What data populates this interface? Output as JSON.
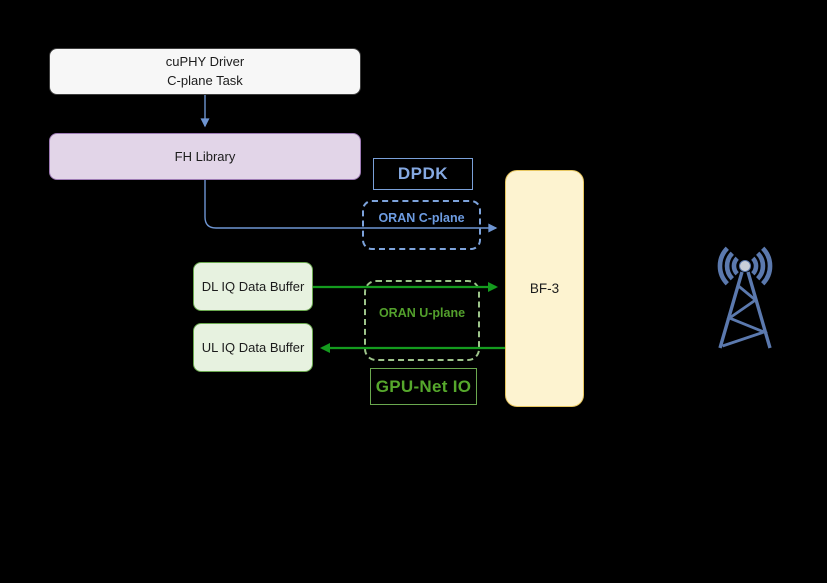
{
  "title": "Fronthaul data flow diagram",
  "colors": {
    "bg": "#000000",
    "blue": "#6e95d2",
    "blue-text": "#85a9e2",
    "blue-border": "#7aa0d9",
    "blue-dash": "#7da3dc",
    "blue-label": "#6d9ce2",
    "white-fill": "#f7f7f7",
    "dark-border": "#3d3d3d",
    "purple-fill": "#e2d5e8",
    "purple-border": "#9e7bb5",
    "yellow-fill": "#fdf3d0",
    "yellow-border": "#e7c65f",
    "green-fill": "#e7f2e0",
    "green-border": "#6aa84f",
    "green-arrow": "#149b1e",
    "green-dash": "#9dc48a",
    "green-label": "#53a02c",
    "green-text": "#56a82c",
    "tower": "#5b79ae",
    "tower-dot": "#c9cfd9",
    "text": "#1c1c1c"
  },
  "nodes": {
    "cuphy": {
      "line1": "cuPHY Driver",
      "line2": "C-plane Task"
    },
    "fh_library": {
      "label": "FH Library"
    },
    "dpdk": {
      "label": "DPDK"
    },
    "oran_cplane": {
      "label": "ORAN C-plane"
    },
    "bf3": {
      "label": "BF-3"
    },
    "dl_iq": {
      "label": "DL IQ Data Buffer"
    },
    "ul_iq": {
      "label": "UL IQ Data Buffer"
    },
    "oran_uplane": {
      "label": "ORAN U-plane"
    },
    "gpu_net_io": {
      "label": "GPU-Net IO"
    }
  },
  "edges": [
    {
      "from": "cuPHY Driver C-plane Task",
      "to": "FH Library",
      "style": "solid-arrow",
      "color_key": "blue"
    },
    {
      "from": "FH Library",
      "to": "BF-3",
      "via": "ORAN C-plane",
      "style": "solid-arrow",
      "color_key": "blue"
    },
    {
      "from": "DL IQ Data Buffer",
      "to": "BF-3",
      "via": "ORAN U-plane",
      "style": "solid-arrow",
      "color_key": "green-arrow"
    },
    {
      "from": "BF-3",
      "to": "UL IQ Data Buffer",
      "via": "ORAN U-plane",
      "style": "solid-arrow",
      "color_key": "green-arrow"
    }
  ],
  "icons": {
    "antenna_tower": "radio-tower-icon"
  }
}
